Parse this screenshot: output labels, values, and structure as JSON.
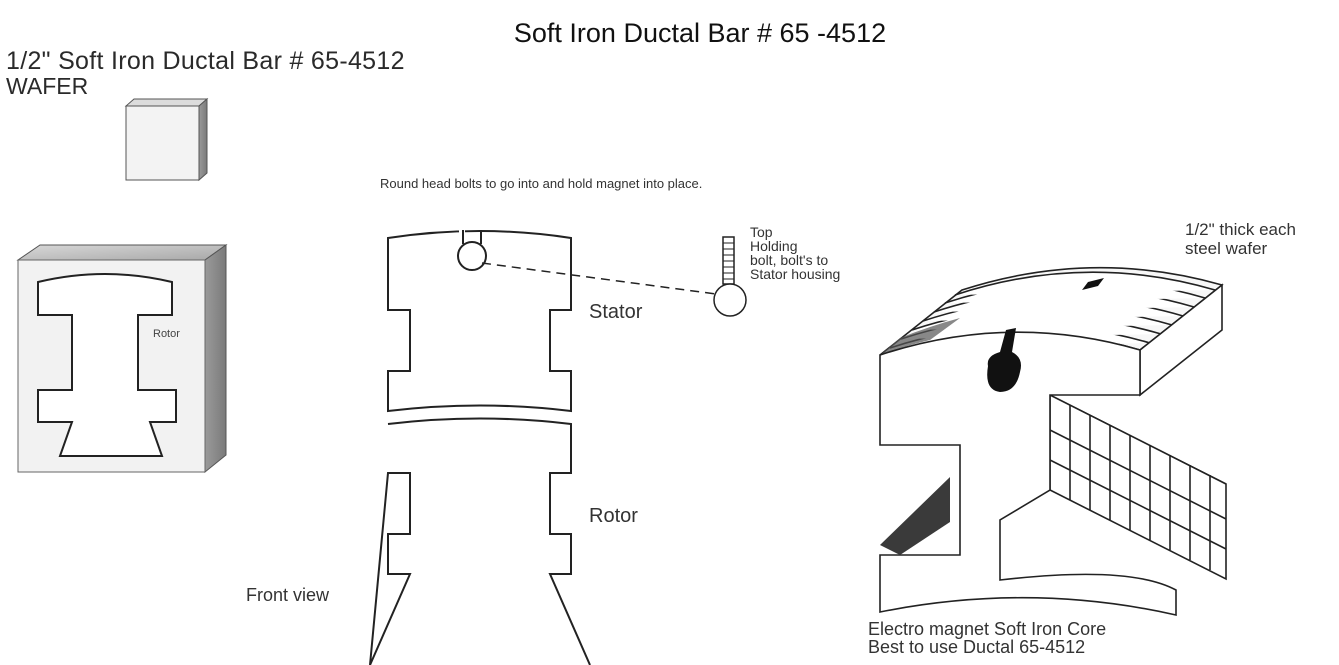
{
  "title": "Soft Iron  Ductal Bar  # 65 -4512",
  "subtitle_line1": "1/2\" Soft Iron Ductal Bar # 65-4512",
  "subtitle_line2": "WAFER",
  "labels": {
    "wafer_rotor": "Rotor",
    "bolts_note": "Round head bolts to go into and hold magnet into place.",
    "bolt_line1": "Top",
    "bolt_line2": "Holding",
    "bolt_line3": "bolt, bolt's to",
    "bolt_line4": "Stator housing",
    "stator": "Stator",
    "rotor": "Rotor",
    "front_view": "Front view",
    "wafer_thick_line1": "1/2\" thick each",
    "wafer_thick_line2": "steel wafer",
    "core_line1": "Electro magnet Soft Iron Core",
    "core_line2": "Best to use Ductal 65-4512"
  },
  "colors": {
    "ink": "#222222",
    "cube_side": "#8c8c8c",
    "cube_face": "#efefef",
    "fill_black": "#111111"
  }
}
